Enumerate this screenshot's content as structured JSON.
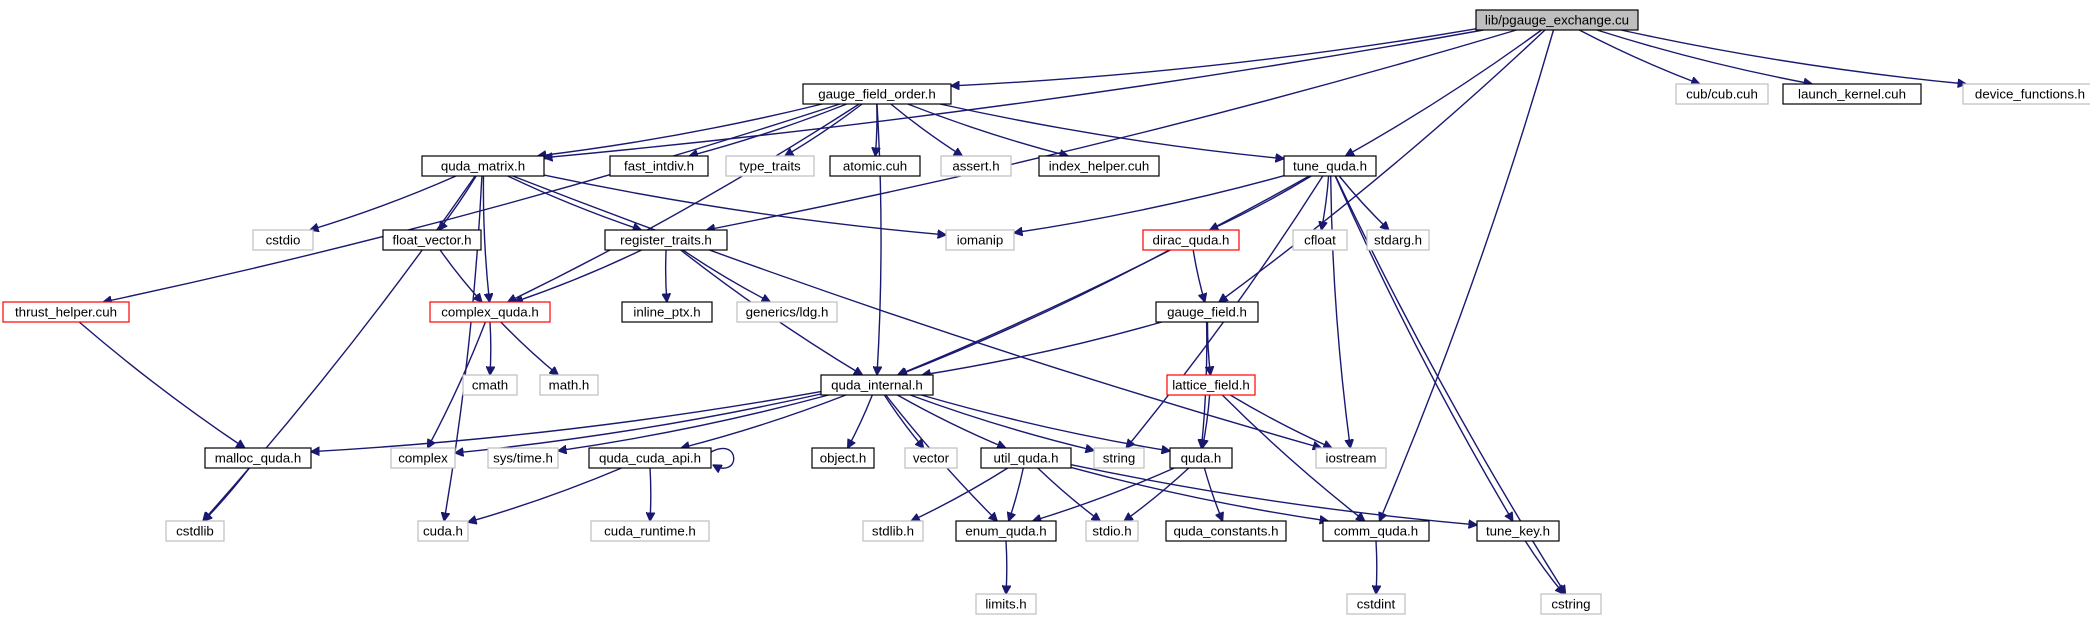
{
  "colors": {
    "edge": "#191970",
    "root_fill": "#bfbfbf",
    "normal_border": "#000000",
    "external_border": "#bfbfbf",
    "truncated_border": "#ff0000"
  },
  "nodes": [
    {
      "id": "root",
      "label": "lib/pgauge_exchange.cu",
      "kind": "root"
    },
    {
      "id": "gfo",
      "label": "gauge_field_order.h",
      "kind": "normal"
    },
    {
      "id": "cub",
      "label": "cub/cub.cuh",
      "kind": "external"
    },
    {
      "id": "lk",
      "label": "launch_kernel.cuh",
      "kind": "normal"
    },
    {
      "id": "devf",
      "label": "device_functions.h",
      "kind": "external"
    },
    {
      "id": "qm",
      "label": "quda_matrix.h",
      "kind": "normal"
    },
    {
      "id": "fid",
      "label": "fast_intdiv.h",
      "kind": "normal"
    },
    {
      "id": "tt",
      "label": "type_traits",
      "kind": "external"
    },
    {
      "id": "atom",
      "label": "atomic.cuh",
      "kind": "normal"
    },
    {
      "id": "assert",
      "label": "assert.h",
      "kind": "external"
    },
    {
      "id": "ih",
      "label": "index_helper.cuh",
      "kind": "normal"
    },
    {
      "id": "tq",
      "label": "tune_quda.h",
      "kind": "normal"
    },
    {
      "id": "cstdio",
      "label": "cstdio",
      "kind": "external"
    },
    {
      "id": "fv",
      "label": "float_vector.h",
      "kind": "normal"
    },
    {
      "id": "rt",
      "label": "register_traits.h",
      "kind": "normal"
    },
    {
      "id": "iomanip",
      "label": "iomanip",
      "kind": "external"
    },
    {
      "id": "dq",
      "label": "dirac_quda.h",
      "kind": "truncated"
    },
    {
      "id": "cfloat",
      "label": "cfloat",
      "kind": "external"
    },
    {
      "id": "stdarg",
      "label": "stdarg.h",
      "kind": "external"
    },
    {
      "id": "th",
      "label": "thrust_helper.cuh",
      "kind": "truncated"
    },
    {
      "id": "cq",
      "label": "complex_quda.h",
      "kind": "truncated"
    },
    {
      "id": "iptx",
      "label": "inline_ptx.h",
      "kind": "normal"
    },
    {
      "id": "ldg",
      "label": "generics/ldg.h",
      "kind": "external"
    },
    {
      "id": "gf",
      "label": "gauge_field.h",
      "kind": "normal"
    },
    {
      "id": "cmath",
      "label": "cmath",
      "kind": "external"
    },
    {
      "id": "mathh",
      "label": "math.h",
      "kind": "external"
    },
    {
      "id": "qi",
      "label": "quda_internal.h",
      "kind": "normal"
    },
    {
      "id": "lf",
      "label": "lattice_field.h",
      "kind": "truncated"
    },
    {
      "id": "mq",
      "label": "malloc_quda.h",
      "kind": "normal"
    },
    {
      "id": "complex",
      "label": "complex",
      "kind": "external"
    },
    {
      "id": "systime",
      "label": "sys/time.h",
      "kind": "external"
    },
    {
      "id": "qca",
      "label": "quda_cuda_api.h",
      "kind": "normal"
    },
    {
      "id": "obj",
      "label": "object.h",
      "kind": "normal"
    },
    {
      "id": "vector",
      "label": "vector",
      "kind": "external"
    },
    {
      "id": "uq",
      "label": "util_quda.h",
      "kind": "normal"
    },
    {
      "id": "string",
      "label": "string",
      "kind": "external"
    },
    {
      "id": "quda",
      "label": "quda.h",
      "kind": "normal"
    },
    {
      "id": "iostream",
      "label": "iostream",
      "kind": "external"
    },
    {
      "id": "cstdlib",
      "label": "cstdlib",
      "kind": "external"
    },
    {
      "id": "cudah",
      "label": "cuda.h",
      "kind": "external"
    },
    {
      "id": "cudart",
      "label": "cuda_runtime.h",
      "kind": "external"
    },
    {
      "id": "stdlibh",
      "label": "stdlib.h",
      "kind": "external"
    },
    {
      "id": "eq",
      "label": "enum_quda.h",
      "kind": "normal"
    },
    {
      "id": "stdioh",
      "label": "stdio.h",
      "kind": "external"
    },
    {
      "id": "qc",
      "label": "quda_constants.h",
      "kind": "normal"
    },
    {
      "id": "cmq",
      "label": "comm_quda.h",
      "kind": "normal"
    },
    {
      "id": "tk",
      "label": "tune_key.h",
      "kind": "normal"
    },
    {
      "id": "limits",
      "label": "limits.h",
      "kind": "external"
    },
    {
      "id": "cstdint",
      "label": "cstdint",
      "kind": "external"
    },
    {
      "id": "cstring",
      "label": "cstring",
      "kind": "external"
    }
  ],
  "edges": [
    [
      "root",
      "gfo"
    ],
    [
      "root",
      "cub"
    ],
    [
      "root",
      "lk"
    ],
    [
      "root",
      "devf"
    ],
    [
      "root",
      "qm"
    ],
    [
      "root",
      "tq"
    ],
    [
      "root",
      "rt"
    ],
    [
      "root",
      "gf"
    ],
    [
      "root",
      "cmq"
    ],
    [
      "gfo",
      "qm"
    ],
    [
      "gfo",
      "fid"
    ],
    [
      "gfo",
      "tt"
    ],
    [
      "gfo",
      "atom"
    ],
    [
      "gfo",
      "assert"
    ],
    [
      "gfo",
      "ih"
    ],
    [
      "gfo",
      "tq"
    ],
    [
      "gfo",
      "th"
    ],
    [
      "gfo",
      "cq"
    ],
    [
      "gfo",
      "qi"
    ],
    [
      "qm",
      "cstdio"
    ],
    [
      "qm",
      "fv"
    ],
    [
      "qm",
      "rt"
    ],
    [
      "qm",
      "cq"
    ],
    [
      "qm",
      "iomanip"
    ],
    [
      "qm",
      "cstdlib"
    ],
    [
      "qm",
      "cudah"
    ],
    [
      "qm",
      "iostream"
    ],
    [
      "tq",
      "iomanip"
    ],
    [
      "tq",
      "dq"
    ],
    [
      "tq",
      "cfloat"
    ],
    [
      "tq",
      "stdarg"
    ],
    [
      "tq",
      "qi"
    ],
    [
      "tq",
      "string"
    ],
    [
      "tq",
      "iostream"
    ],
    [
      "tq",
      "tk"
    ],
    [
      "tq",
      "cstring"
    ],
    [
      "fv",
      "cq"
    ],
    [
      "rt",
      "cq"
    ],
    [
      "rt",
      "iptx"
    ],
    [
      "rt",
      "ldg"
    ],
    [
      "rt",
      "qi"
    ],
    [
      "dq",
      "gf"
    ],
    [
      "dq",
      "qi"
    ],
    [
      "th",
      "mq"
    ],
    [
      "cq",
      "cmath"
    ],
    [
      "cq",
      "mathh"
    ],
    [
      "cq",
      "complex"
    ],
    [
      "gf",
      "qi"
    ],
    [
      "gf",
      "lf"
    ],
    [
      "gf",
      "quda"
    ],
    [
      "lf",
      "quda"
    ],
    [
      "lf",
      "iostream"
    ],
    [
      "lf",
      "cmq"
    ],
    [
      "qi",
      "mq"
    ],
    [
      "qi",
      "complex"
    ],
    [
      "qi",
      "systime"
    ],
    [
      "qi",
      "qca"
    ],
    [
      "qi",
      "obj"
    ],
    [
      "qi",
      "vector"
    ],
    [
      "qi",
      "uq"
    ],
    [
      "qi",
      "string"
    ],
    [
      "qi",
      "quda"
    ],
    [
      "qi",
      "eq"
    ],
    [
      "mq",
      "cstdlib"
    ],
    [
      "qca",
      "qca"
    ],
    [
      "qca",
      "cudah"
    ],
    [
      "qca",
      "cudart"
    ],
    [
      "uq",
      "stdlibh"
    ],
    [
      "uq",
      "eq"
    ],
    [
      "uq",
      "stdioh"
    ],
    [
      "uq",
      "cmq"
    ],
    [
      "uq",
      "tk"
    ],
    [
      "quda",
      "eq"
    ],
    [
      "quda",
      "stdioh"
    ],
    [
      "quda",
      "qc"
    ],
    [
      "eq",
      "limits"
    ],
    [
      "cmq",
      "cstdint"
    ],
    [
      "tk",
      "cstring"
    ]
  ]
}
